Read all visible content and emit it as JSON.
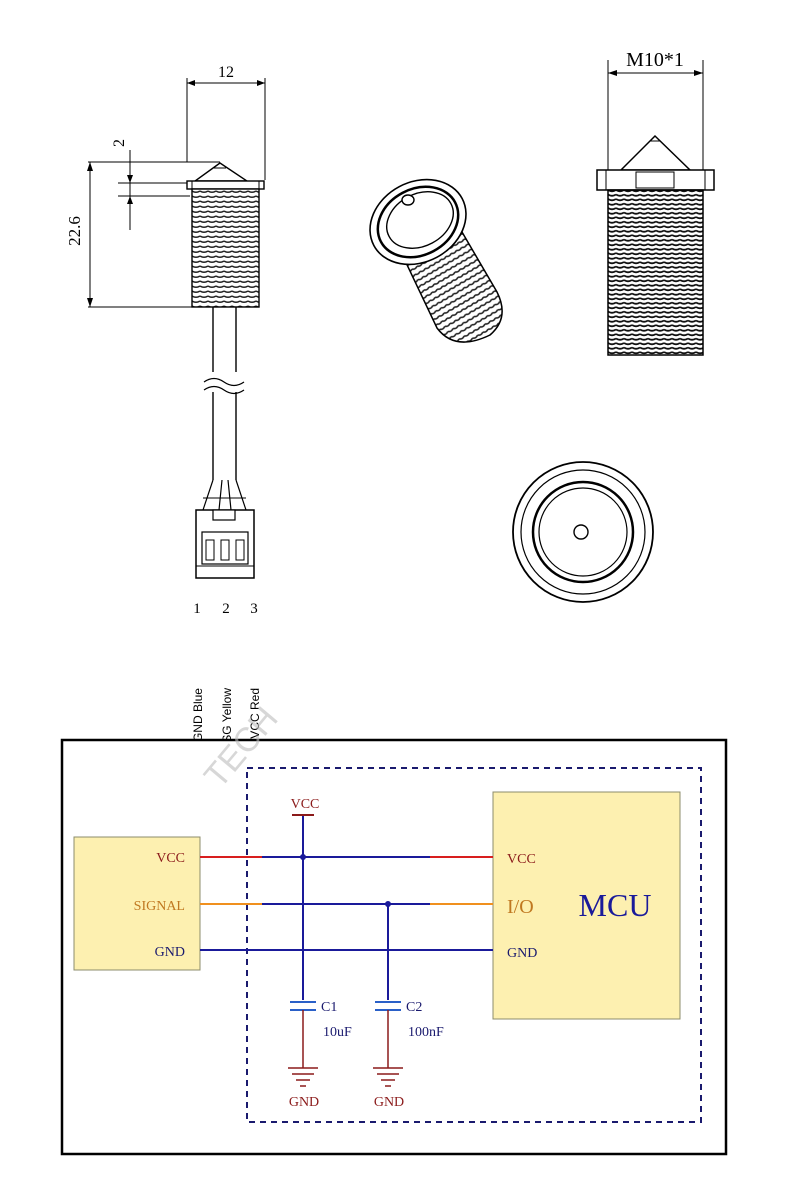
{
  "mech": {
    "dim_width": "12",
    "dim_tip": "2",
    "dim_length": "22.6",
    "thread": "M10*1",
    "pins": [
      {
        "num": "1",
        "label": "GND Blue"
      },
      {
        "num": "2",
        "label": "SG Yellow"
      },
      {
        "num": "3",
        "label": "VCC Red"
      }
    ]
  },
  "schematic": {
    "sensor_pins": [
      "VCC",
      "SIGNAL",
      "GND"
    ],
    "vcc_symbol": "VCC",
    "mcu_title": "MCU",
    "mcu_pins": [
      "VCC",
      "I/O",
      "GND"
    ],
    "c1_name": "C1",
    "c1_value": "10uF",
    "c2_name": "C2",
    "c2_value": "100nF",
    "gnd1": "GND",
    "gnd2": "GND",
    "watermark": "TECH"
  },
  "colors": {
    "vcc_wire": "#d81e1e",
    "signal_wire": "#f0901e",
    "gnd_wire": "#1e1e8c",
    "bus": "#1a1a9a",
    "box_fill": "#fdf0b0",
    "component_text": "#8b1a1a"
  }
}
